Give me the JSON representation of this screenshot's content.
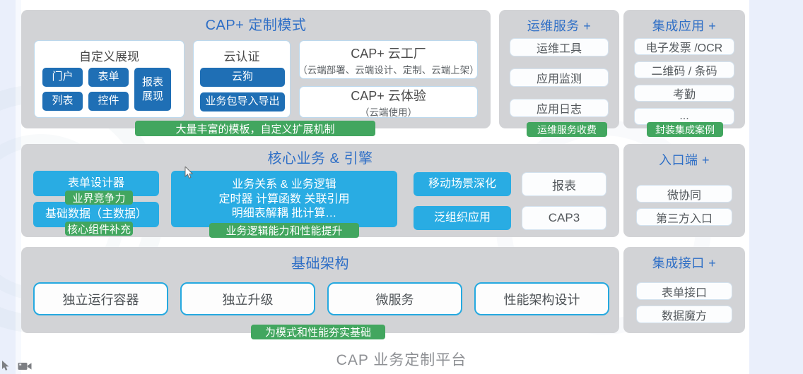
{
  "slide": {
    "footer_title": "CAP 业务定制平台"
  },
  "sections": {
    "cap_plus": {
      "title": "CAP+ 定制模式",
      "green_tag": "大量丰富的模板，自定义扩展机制",
      "custom_display": {
        "title": "自定义展现",
        "chips": [
          "门户",
          "表单",
          "列表",
          "控件"
        ],
        "tall_chip": "报表展现",
        "tall_chip_line1": "报表",
        "tall_chip_line2": "展现"
      },
      "cloud_auth": {
        "title": "云认证",
        "chips": [
          "云狗",
          "业务包导入导出"
        ]
      },
      "cloud_factory": {
        "title": "CAP+ 云工厂",
        "subtitle": "（云端部署、云端设计、定制、云端上架）"
      },
      "cloud_experience": {
        "title": "CAP+ 云体验",
        "subtitle": "（云端使用）"
      }
    },
    "ops_service": {
      "title": "运维服务 +",
      "items": [
        "运维工具",
        "应用监测",
        "应用日志"
      ],
      "green_tag": "运维服务收费"
    },
    "integrated_app": {
      "title": "集成应用 +",
      "items": [
        "电子发票 /OCR",
        "二维码 / 条码",
        "考勤",
        "..."
      ],
      "green_tag": "封装集成案例"
    },
    "core_business": {
      "title": "核心业务 & 引擎",
      "left_cards": [
        {
          "label": "表单设计器",
          "tag": "业界竞争力"
        },
        {
          "label": "基础数据（主数据）",
          "tag": "核心组件补充"
        }
      ],
      "center_card": {
        "line1": "业务关系 & 业务逻辑",
        "line2": "定时器 计算函数 关联引用",
        "line3": "明细表解耦 批计算…",
        "tag": "业务逻辑能力和性能提升"
      },
      "right_cyan": [
        "移动场景深化",
        "泛组织应用"
      ],
      "right_white": [
        "报表",
        "CAP3"
      ]
    },
    "entry_side": {
      "title": "入口端 +",
      "items": [
        "微协同",
        "第三方入口"
      ]
    },
    "infrastructure": {
      "title": "基础架构",
      "items": [
        "独立运行容器",
        "独立升级",
        "微服务",
        "性能架构设计"
      ],
      "green_tag": "为模式和性能夯实基础"
    },
    "integration_api": {
      "title": "集成接口 +",
      "items": [
        "表单接口",
        "数据魔方"
      ]
    }
  },
  "icons": {
    "cursor": "cursor-arrow-icon",
    "camera": "video-camera-icon"
  },
  "colors": {
    "title_blue": "#2f6fc6",
    "panel_gray": "#d2d3d6",
    "chip_cyan": "#29ace3",
    "chip_dark_blue": "#1f6fb5",
    "tag_green": "#42a65f",
    "page_bg": "#ffffff",
    "gutter_blue": "#eaeffb"
  }
}
